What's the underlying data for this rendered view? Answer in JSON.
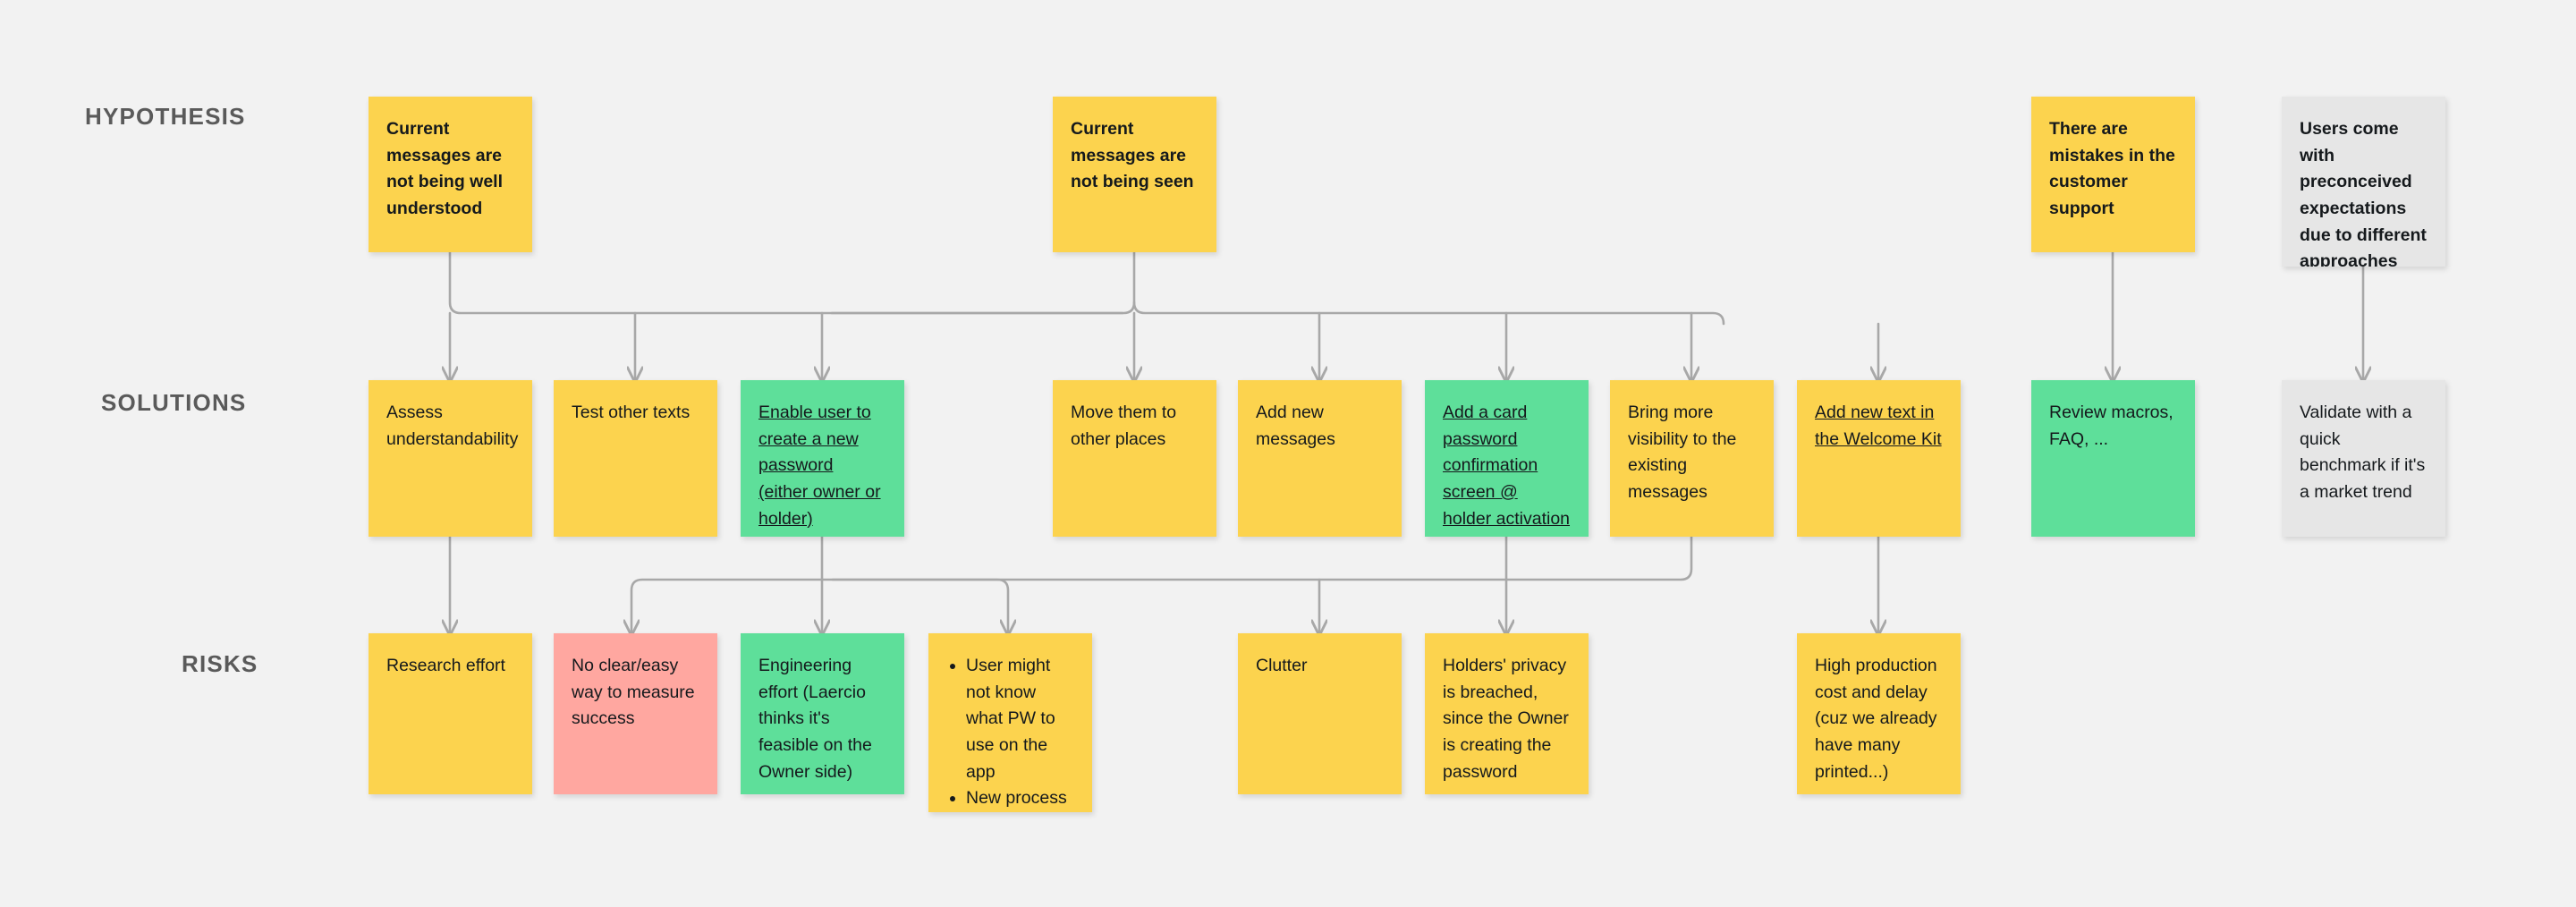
{
  "board": {
    "background_color": "#f2f2f2",
    "connector_color": "#a8a8a8"
  },
  "colors": {
    "yellow": "#FCD34E",
    "green": "#5EDF9A",
    "red": "#FFA7A0",
    "gray": "#E6E6E6",
    "label_text": "#5a5a5a",
    "note_text": "#15191c"
  },
  "row_labels": [
    {
      "id": "hypothesis",
      "text": "HYPOTHESIS"
    },
    {
      "id": "solutions",
      "text": "SOLUTIONS"
    },
    {
      "id": "risks",
      "text": "RISKS"
    }
  ],
  "hypotheses": [
    {
      "id": "h1",
      "text": "Current messages are not being well understood",
      "color": "yellow",
      "bold": true
    },
    {
      "id": "h2",
      "text": "Current messages are not being seen",
      "color": "yellow",
      "bold": true
    },
    {
      "id": "h3",
      "text": "There are mistakes in the customer support",
      "color": "yellow",
      "bold": true
    },
    {
      "id": "h4",
      "text": "Users come with preconceived expectations due to different approaches from competitors",
      "color": "gray",
      "bold": true
    }
  ],
  "solutions": [
    {
      "id": "s1",
      "text": "Assess understandability",
      "color": "yellow",
      "underline": false
    },
    {
      "id": "s2",
      "text": "Test other texts",
      "color": "yellow",
      "underline": false
    },
    {
      "id": "s3",
      "text": "Enable user to create a new password (either owner or holder)",
      "color": "green",
      "underline": true
    },
    {
      "id": "s4",
      "text": "Move them to other places",
      "color": "yellow",
      "underline": false
    },
    {
      "id": "s5",
      "text": "Add new messages",
      "color": "yellow",
      "underline": false
    },
    {
      "id": "s6",
      "text": "Add a card password confirmation screen @ holder activation",
      "color": "green",
      "underline": true
    },
    {
      "id": "s7",
      "text": "Bring more visibility to the existing messages",
      "color": "yellow",
      "underline": false
    },
    {
      "id": "s8",
      "text": "Add new text in the Welcome Kit",
      "color": "yellow",
      "underline": true
    },
    {
      "id": "s9",
      "text": "Review macros, FAQ, ...",
      "color": "green",
      "underline": false
    },
    {
      "id": "s10",
      "text": "Validate with a quick benchmark if it's a market trend",
      "color": "gray",
      "underline": false
    }
  ],
  "risks": [
    {
      "id": "r1",
      "text": "Research effort",
      "color": "yellow",
      "bullets": null
    },
    {
      "id": "r2",
      "text": "No clear/easy way to measure success",
      "color": "red",
      "bullets": null
    },
    {
      "id": "r3",
      "text": "Engineering effort (Laercio thinks it's feasible on the Owner side)",
      "color": "green",
      "bullets": null
    },
    {
      "id": "r4",
      "text": null,
      "color": "yellow",
      "bullets": [
        "User might not know what PW to use on the app",
        "New process for ops"
      ]
    },
    {
      "id": "r5",
      "text": "Clutter",
      "color": "yellow",
      "bullets": null
    },
    {
      "id": "r6",
      "text": "Holders' privacy is breached, since the Owner is creating the password",
      "color": "yellow",
      "bullets": null
    },
    {
      "id": "r7",
      "text": "High production cost and delay (cuz we already have many printed...)",
      "color": "yellow",
      "bullets": null
    }
  ]
}
